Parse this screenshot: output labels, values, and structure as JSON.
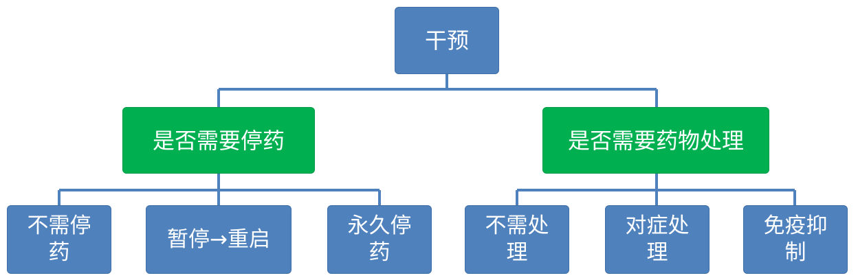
{
  "root": {
    "label": "干预"
  },
  "branches": [
    {
      "label": "是否需要停药",
      "children": [
        {
          "label": "不需停药"
        },
        {
          "label": "暂停→重启"
        },
        {
          "label": "永久停药"
        }
      ]
    },
    {
      "label": "是否需要药物处理",
      "children": [
        {
          "label": "不需处理"
        },
        {
          "label": "对症处理"
        },
        {
          "label": "免疫抑制"
        }
      ]
    }
  ],
  "colors": {
    "blue_box": "#4f81bd",
    "green_box": "#00b050",
    "connector": "#4f81bd"
  }
}
